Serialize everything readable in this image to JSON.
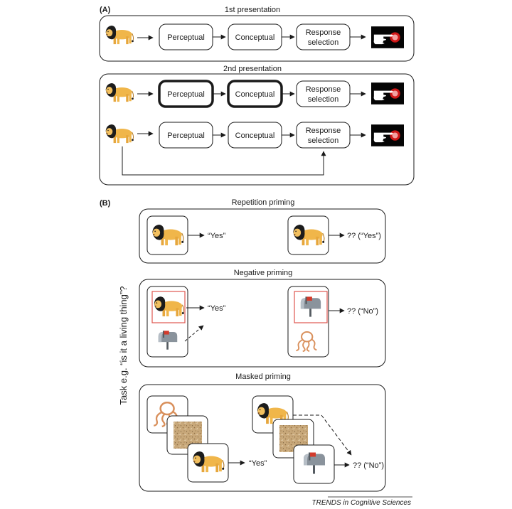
{
  "panel_a": {
    "label": "(A)",
    "first": {
      "title": "1st presentation",
      "stages": [
        "Perceptual",
        "Conceptual",
        "Response",
        "selection"
      ]
    },
    "second": {
      "title": "2nd presentation",
      "row1_stages": [
        "Perceptual",
        "Conceptual",
        "Response",
        "selection"
      ],
      "row2_stages": [
        "Perceptual",
        "Conceptual",
        "Response",
        "selection"
      ]
    }
  },
  "panel_b": {
    "label": "(B)",
    "side_label": "Task e.g. “is it a living thing”?",
    "repetition": {
      "title": "Repetition priming",
      "response_1": "“Yes”",
      "response_2": "?? (“Yes”)"
    },
    "negative": {
      "title": "Negative priming",
      "response_1": "“Yes”",
      "response_2": "?? (“No”)"
    },
    "masked": {
      "title": "Masked priming",
      "response_1": "“Yes”",
      "response_2": "?? (“No”)"
    }
  },
  "footer": {
    "journal": "TRENDS in Cognitive Sciences"
  },
  "colors": {
    "lion_body": "#f0b64a",
    "lion_mane": "#1c1c1c",
    "octopus": "#d9905c",
    "mailbox": "#8a939c",
    "flag": "#d33b2c",
    "highlight_box": "#e0574f",
    "noise": "#c8a87a"
  },
  "icons": [
    "lion-icon",
    "hand-button-icon",
    "mailbox-icon",
    "octopus-icon",
    "noise-mask-icon"
  ]
}
